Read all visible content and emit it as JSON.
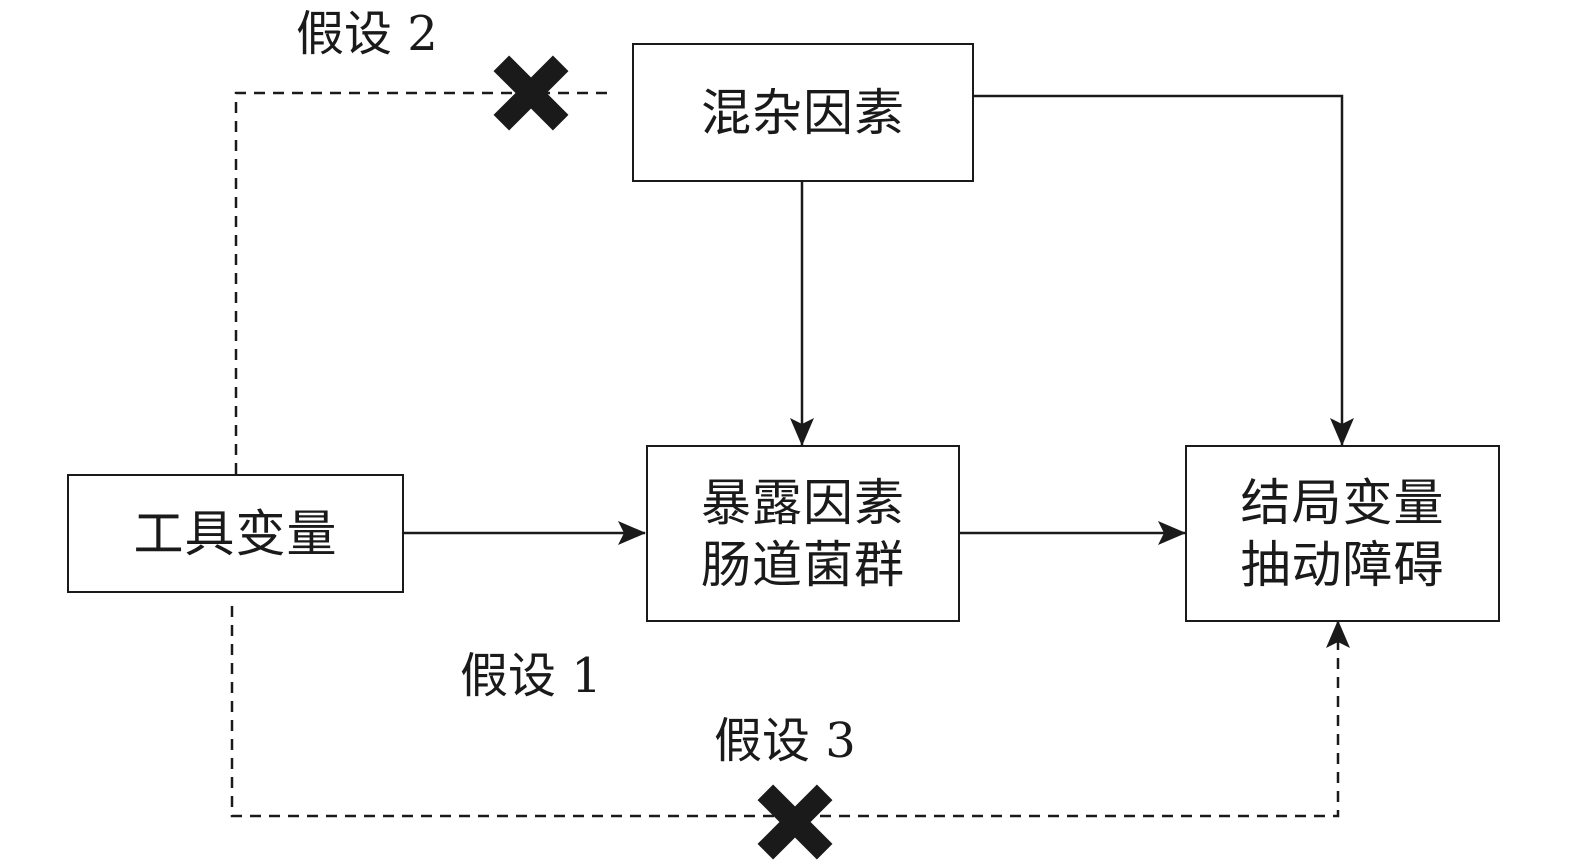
{
  "nodes": {
    "confounder": {
      "line1": "混杂因素"
    },
    "instrument": {
      "line1": "工具变量"
    },
    "exposure": {
      "line1": "暴露因素",
      "line2": "肠道菌群"
    },
    "outcome": {
      "line1": "结局变量",
      "line2": "抽动障碍"
    }
  },
  "labels": {
    "assumption1": "假设 1",
    "assumption2": "假设 2",
    "assumption3": "假设 3"
  },
  "edges": [
    {
      "from": "instrument",
      "to": "exposure",
      "style": "solid",
      "arrow": true
    },
    {
      "from": "exposure",
      "to": "outcome",
      "style": "solid",
      "arrow": true
    },
    {
      "from": "confounder",
      "to": "exposure",
      "style": "solid",
      "arrow": true
    },
    {
      "from": "confounder",
      "to": "outcome",
      "style": "solid",
      "arrow": true
    },
    {
      "from": "instrument",
      "to": "confounder",
      "style": "dashed",
      "arrow": false,
      "blocked": true
    },
    {
      "from": "instrument",
      "to": "outcome",
      "style": "dashed",
      "arrow": true,
      "blocked": true
    }
  ],
  "colors": {
    "stroke": "#1a1a1a",
    "background": "#ffffff"
  }
}
